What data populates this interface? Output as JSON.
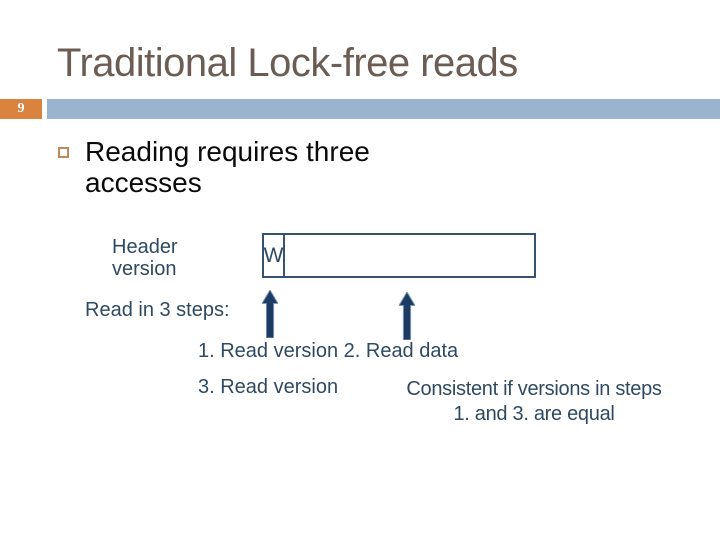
{
  "slide": {
    "title": "Traditional Lock-free reads",
    "page_number": "9",
    "bullet_text": "Reading requires three accesses",
    "colors": {
      "title_text": "#6b5d53",
      "page_number_box": "#d9833f",
      "header_band": "#9ab4cf",
      "bullet_square_border": "#c08a5f",
      "body_text": "#0a0a0a",
      "diagram_text": "#2e4a62",
      "diagram_box_border": "#35536e",
      "arrow_fill": "#1d3b63",
      "arrow_outline": "#7b98b5"
    },
    "icons": {
      "bullet": "square-outline-bullet-icon",
      "arrows": "up-arrow-icon"
    },
    "diagram": {
      "header_label": {
        "line1": "Header",
        "line2": "version"
      },
      "version_cell_label": "W",
      "read_steps_caption": "Read in 3 steps:",
      "steps_line1": "1. Read version 2. Read data",
      "steps_line2": "3. Read version",
      "consistent_note": {
        "line1": "Consistent if versions in steps",
        "line2": "1. and 3. are equal"
      }
    }
  }
}
